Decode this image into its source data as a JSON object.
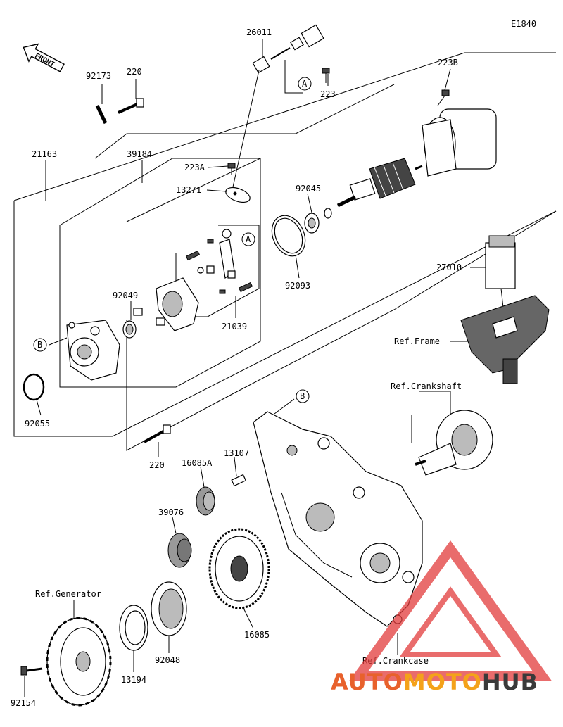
{
  "diagram_code": "E1840",
  "front_label": "FRONT",
  "callouts": {
    "a": "A",
    "b": "B"
  },
  "part_numbers": {
    "p26011": "26011",
    "p92173": "92173",
    "p220_top": "220",
    "p223": "223",
    "p223B": "223B",
    "p21163": "21163",
    "p39184": "39184",
    "p223A": "223A",
    "p13271": "13271",
    "p92045": "92045",
    "p27010": "27010",
    "p92049": "92049",
    "p21039": "21039",
    "p92093": "92093",
    "p92055": "92055",
    "p220_bottom": "220",
    "p16085A": "16085A",
    "p13107": "13107",
    "p39076": "39076",
    "p16085": "16085",
    "p92048": "92048",
    "p13194": "13194",
    "p92154": "92154"
  },
  "references": {
    "frame": "Ref.Frame",
    "crankshaft": "Ref.Crankshaft",
    "generator": "Ref.Generator",
    "crankcase": "Ref.Crankcase"
  },
  "watermark": {
    "part1": "AUTO",
    "part2": "MOTO",
    "part3": "HUB",
    "colors": {
      "auto": "#e8612c",
      "moto": "#f4a21a",
      "hub": "#3a3a3a",
      "triangle": "#e23b3b"
    }
  }
}
